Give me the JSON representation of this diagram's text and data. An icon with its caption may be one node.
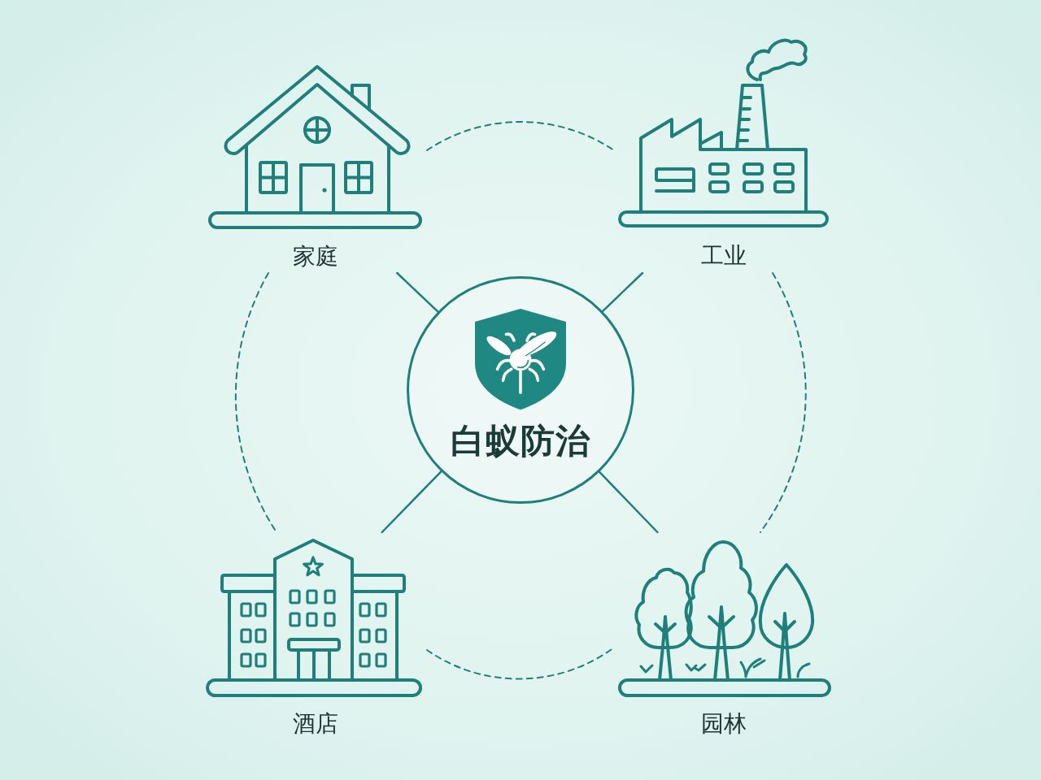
{
  "diagram": {
    "nodes": [
      {
        "text": [
          "白蚁防治"
        ]
      },
      {
        "text": [
          "家庭"
        ]
      },
      {
        "text": [
          "工业"
        ]
      },
      {
        "text": [
          "酒店"
        ]
      },
      {
        "text": [
          "园林"
        ]
      }
    ],
    "edges": [
      {
        "from": 0,
        "to": 1,
        "arrow": "none"
      },
      {
        "from": 0,
        "to": 2,
        "arrow": "none"
      },
      {
        "from": 0,
        "to": 3,
        "arrow": "none"
      },
      {
        "from": 0,
        "to": 4,
        "arrow": "none"
      },
      {
        "from": 1,
        "to": 2,
        "arrow": "none",
        "style": "dashed"
      },
      {
        "from": 1,
        "to": 3,
        "arrow": "none",
        "style": "dashed"
      },
      {
        "from": 2,
        "to": 4,
        "arrow": "none",
        "style": "dashed"
      },
      {
        "from": 3,
        "to": 4,
        "arrow": "none",
        "style": "dashed"
      }
    ]
  }
}
